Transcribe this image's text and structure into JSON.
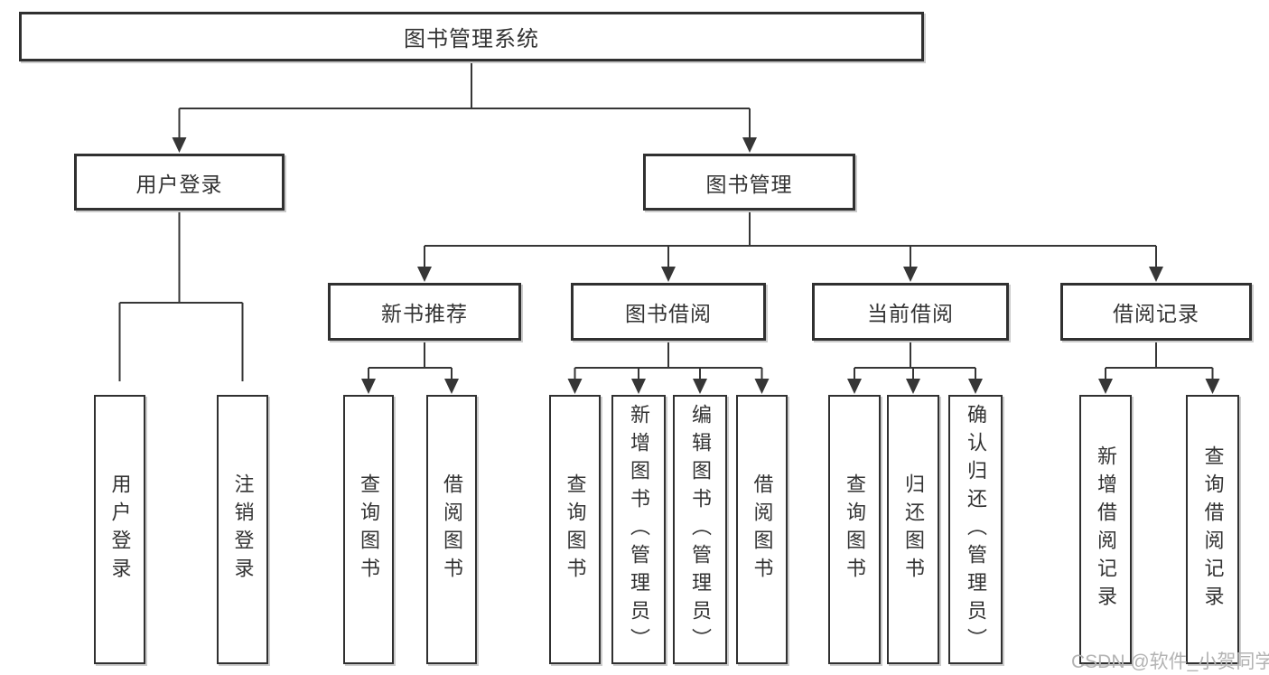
{
  "diagram": {
    "title": "图书管理系统",
    "root": "图书管理系统",
    "level2": [
      "用户登录",
      "图书管理"
    ],
    "level3": [
      "新书推荐",
      "图书借阅",
      "当前借阅",
      "借阅记录"
    ],
    "leaves": [
      "用户登录",
      "注销登录",
      "查询图书",
      "借阅图书",
      "查询图书",
      "新增图书（管理员）",
      "编辑图书（管理员）",
      "借阅图书",
      "查询图书",
      "归还图书",
      "确认归还（管理员）",
      "新增借阅记录",
      "查询借阅记录"
    ]
  },
  "watermark": "CSDN @软件_小贺同学",
  "colors": {
    "line": "#363636",
    "box_border": "#303030",
    "text": "#333333",
    "watermark": "#b3b3b3",
    "background": "#ffffff"
  }
}
